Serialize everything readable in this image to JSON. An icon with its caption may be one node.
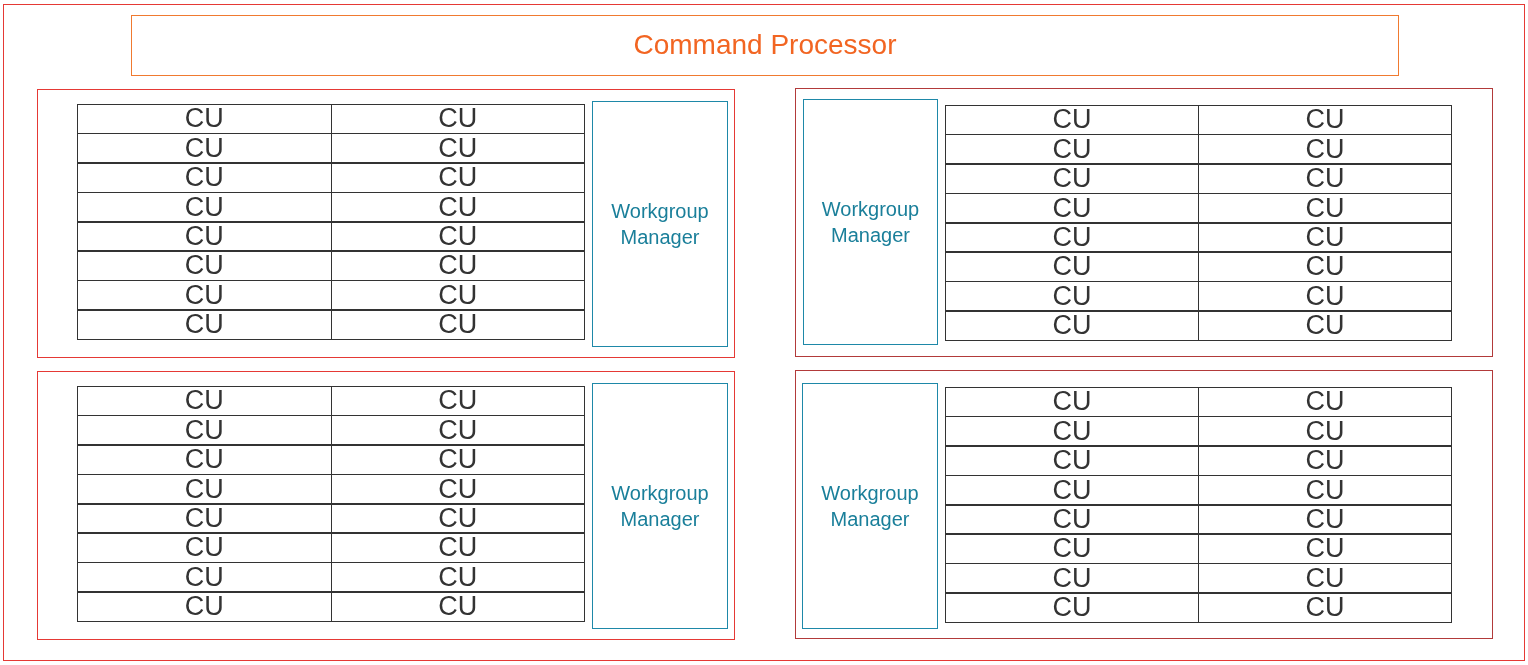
{
  "diagram": {
    "nodes": [
      {
        "text": [],
        "shape": "box"
      },
      {
        "text": [
          "Command Processor"
        ],
        "in": 0
      },
      {
        "text": [],
        "shape": "box",
        "in": 0
      },
      {
        "text": [
          "CU"
        ],
        "in": 2
      },
      {
        "text": [
          "CU"
        ],
        "in": 2
      },
      {
        "text": [
          "CU"
        ],
        "in": 2
      },
      {
        "text": [
          "CU"
        ],
        "in": 2
      },
      {
        "text": [
          "CU"
        ],
        "in": 2
      },
      {
        "text": [
          "CU"
        ],
        "in": 2
      },
      {
        "text": [
          "CU"
        ],
        "in": 2
      },
      {
        "text": [
          "CU"
        ],
        "in": 2
      },
      {
        "text": [
          "CU"
        ],
        "in": 2
      },
      {
        "text": [
          "CU"
        ],
        "in": 2
      },
      {
        "text": [
          "CU"
        ],
        "in": 2
      },
      {
        "text": [
          "CU"
        ],
        "in": 2
      },
      {
        "text": [
          "CU"
        ],
        "in": 2
      },
      {
        "text": [
          "CU"
        ],
        "in": 2
      },
      {
        "text": [
          "CU"
        ],
        "in": 2
      },
      {
        "text": [
          "CU"
        ],
        "in": 2
      },
      {
        "text": [
          "Workgroup Manager"
        ],
        "in": 2
      },
      {
        "text": [],
        "shape": "box",
        "in": 0
      },
      {
        "text": [
          "Workgroup Manager"
        ],
        "in": 20
      },
      {
        "text": [
          "CU"
        ],
        "in": 20
      },
      {
        "text": [
          "CU"
        ],
        "in": 20
      },
      {
        "text": [
          "CU"
        ],
        "in": 20
      },
      {
        "text": [
          "CU"
        ],
        "in": 20
      },
      {
        "text": [
          "CU"
        ],
        "in": 20
      },
      {
        "text": [
          "CU"
        ],
        "in": 20
      },
      {
        "text": [
          "CU"
        ],
        "in": 20
      },
      {
        "text": [
          "CU"
        ],
        "in": 20
      },
      {
        "text": [
          "CU"
        ],
        "in": 20
      },
      {
        "text": [
          "CU"
        ],
        "in": 20
      },
      {
        "text": [
          "CU"
        ],
        "in": 20
      },
      {
        "text": [
          "CU"
        ],
        "in": 20
      },
      {
        "text": [
          "CU"
        ],
        "in": 20
      },
      {
        "text": [
          "CU"
        ],
        "in": 20
      },
      {
        "text": [
          "CU"
        ],
        "in": 20
      },
      {
        "text": [
          "CU"
        ],
        "in": 20
      },
      {
        "text": [],
        "shape": "box",
        "in": 0
      },
      {
        "text": [
          "CU"
        ],
        "in": 38
      },
      {
        "text": [
          "CU"
        ],
        "in": 38
      },
      {
        "text": [
          "CU"
        ],
        "in": 38
      },
      {
        "text": [
          "CU"
        ],
        "in": 38
      },
      {
        "text": [
          "CU"
        ],
        "in": 38
      },
      {
        "text": [
          "CU"
        ],
        "in": 38
      },
      {
        "text": [
          "CU"
        ],
        "in": 38
      },
      {
        "text": [
          "CU"
        ],
        "in": 38
      },
      {
        "text": [
          "CU"
        ],
        "in": 38
      },
      {
        "text": [
          "CU"
        ],
        "in": 38
      },
      {
        "text": [
          "CU"
        ],
        "in": 38
      },
      {
        "text": [
          "CU"
        ],
        "in": 38
      },
      {
        "text": [
          "CU"
        ],
        "in": 38
      },
      {
        "text": [
          "CU"
        ],
        "in": 38
      },
      {
        "text": [
          "CU"
        ],
        "in": 38
      },
      {
        "text": [
          "CU"
        ],
        "in": 38
      },
      {
        "text": [
          "Workgroup Manager"
        ],
        "in": 38
      },
      {
        "text": [],
        "shape": "box",
        "in": 0
      },
      {
        "text": [
          "Workgroup Manager"
        ],
        "in": 56
      },
      {
        "text": [
          "CU"
        ],
        "in": 56
      },
      {
        "text": [
          "CU"
        ],
        "in": 56
      },
      {
        "text": [
          "CU"
        ],
        "in": 56
      },
      {
        "text": [
          "CU"
        ],
        "in": 56
      },
      {
        "text": [
          "CU"
        ],
        "in": 56
      },
      {
        "text": [
          "CU"
        ],
        "in": 56
      },
      {
        "text": [
          "CU"
        ],
        "in": 56
      },
      {
        "text": [
          "CU"
        ],
        "in": 56
      },
      {
        "text": [
          "CU"
        ],
        "in": 56
      },
      {
        "text": [
          "CU"
        ],
        "in": 56
      },
      {
        "text": [
          "CU"
        ],
        "in": 56
      },
      {
        "text": [
          "CU"
        ],
        "in": 56
      },
      {
        "text": [
          "CU"
        ],
        "in": 56
      },
      {
        "text": [
          "CU"
        ],
        "in": 56
      },
      {
        "text": [
          "CU"
        ],
        "in": 56
      },
      {
        "text": [
          "CU"
        ],
        "in": 56
      }
    ]
  }
}
